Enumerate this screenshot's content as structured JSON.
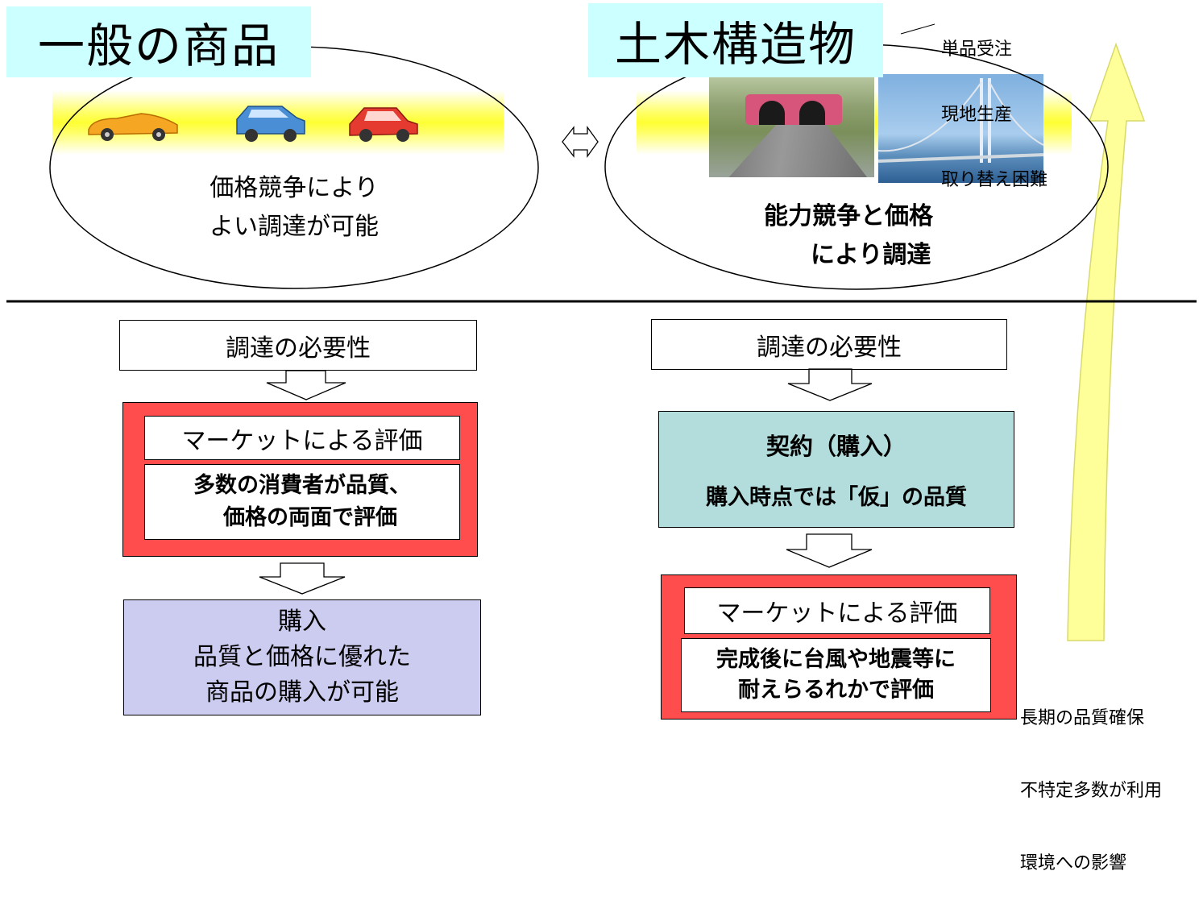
{
  "top": {
    "left_title": "一般の商品",
    "right_title": "土木構造物",
    "left_ellipse_text": [
      "価格競争により",
      "よい調達が可能"
    ],
    "right_ellipse_text": [
      "能力競争と価格",
      "により調達"
    ],
    "right_note": [
      "単品受注",
      "現地生産",
      "取り替え困難"
    ]
  },
  "left_flow": {
    "need_label": "調達の必要性",
    "market_label": "マーケットによる評価",
    "market_detail": [
      "多数の消費者が品質、",
      "価格の両面で評価"
    ],
    "purchase_lines": [
      "購入",
      "品質と価格に優れた",
      "商品の購入が可能"
    ]
  },
  "right_flow": {
    "need_label": "調達の必要性",
    "contract_title": "契約（購入）",
    "contract_detail": "購入時点では「仮」の品質",
    "market_label": "マーケットによる評価",
    "market_detail": [
      "完成後に台風や地震等に",
      "耐えらるれかで評価"
    ]
  },
  "bottom_note": [
    "長期の品質確保",
    "不特定多数が利用",
    "環境への影響"
  ],
  "colors": {
    "title_bg": "#ccffff",
    "red_frame": "#ff4d4d",
    "purchase_bg": "#ccccf0",
    "contract_bg": "#b3dcdc",
    "glow": "#ffff33",
    "curve_arrow": "#ffff99"
  },
  "icons": [
    "car-icon",
    "tunnel-photo",
    "bridge-photo"
  ]
}
